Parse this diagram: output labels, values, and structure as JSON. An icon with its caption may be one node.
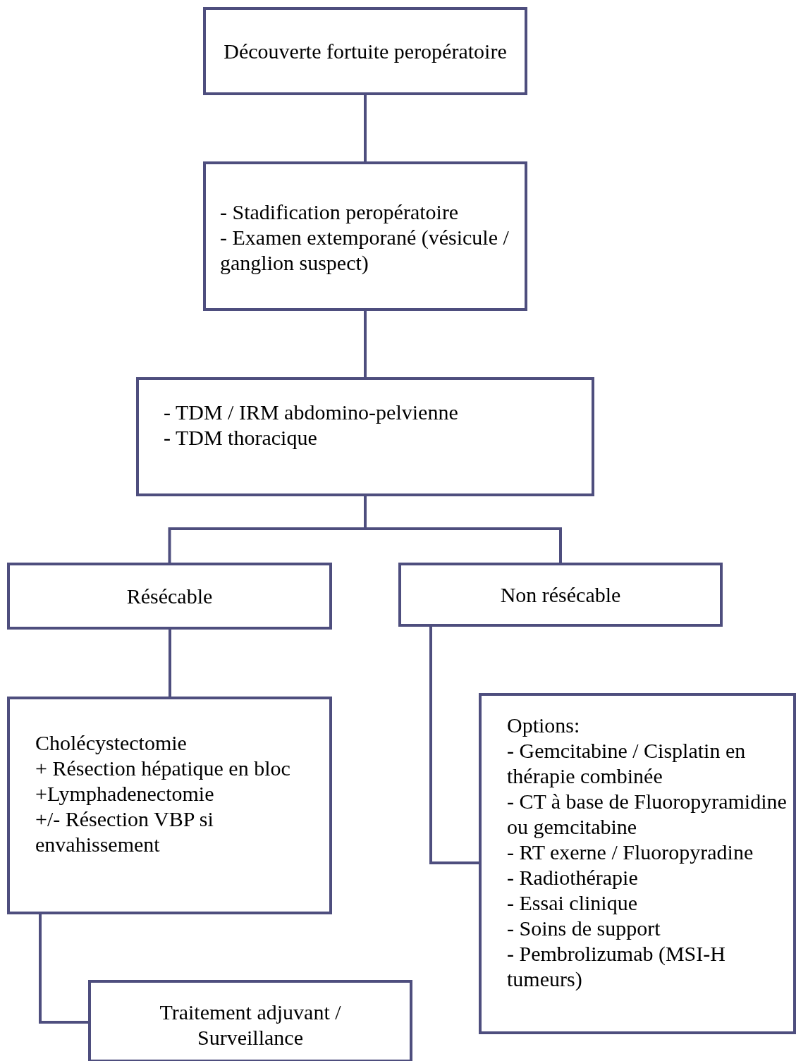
{
  "diagram": {
    "nodes": [
      {
        "text": [
          "Découverte fortuite peropératoire"
        ]
      },
      {
        "text": [
          "- Stadification peropératoire",
          "- Examen extemporané (vésicule / ganglion suspect)"
        ]
      },
      {
        "text": [
          "- TDM / IRM abdomino-pelvienne",
          "- TDM thoracique"
        ]
      },
      {
        "text": [
          "Résécable"
        ]
      },
      {
        "text": [
          "Non résécable"
        ]
      },
      {
        "text": [
          "Cholécystectomie",
          "+ Résection hépatique en bloc",
          "+Lymphadenectomie",
          "+/- Résection VBP si envahissement"
        ]
      },
      {
        "text": [
          "Options:",
          "- Gemcitabine / Cisplatin en thérapie combinée",
          "- CT à base de Fluoropyramidine ou gemcitabine",
          "- RT exerne / Fluoropyradine",
          "- Radiothérapie",
          "- Essai clinique",
          "- Soins de support",
          "- Pembrolizumab (MSI-H tumeurs)"
        ]
      },
      {
        "text": [
          "Traitement adjuvant / Surveillance"
        ]
      }
    ],
    "edges": [
      {
        "from": 0,
        "to": 1,
        "arrow": "none"
      },
      {
        "from": 1,
        "to": 2,
        "arrow": "none"
      },
      {
        "from": 2,
        "to": 3,
        "arrow": "none"
      },
      {
        "from": 2,
        "to": 4,
        "arrow": "none"
      },
      {
        "from": 3,
        "to": 5,
        "arrow": "none"
      },
      {
        "from": 4,
        "to": 6,
        "arrow": "none"
      },
      {
        "from": 5,
        "to": 7,
        "arrow": "none"
      }
    ]
  }
}
